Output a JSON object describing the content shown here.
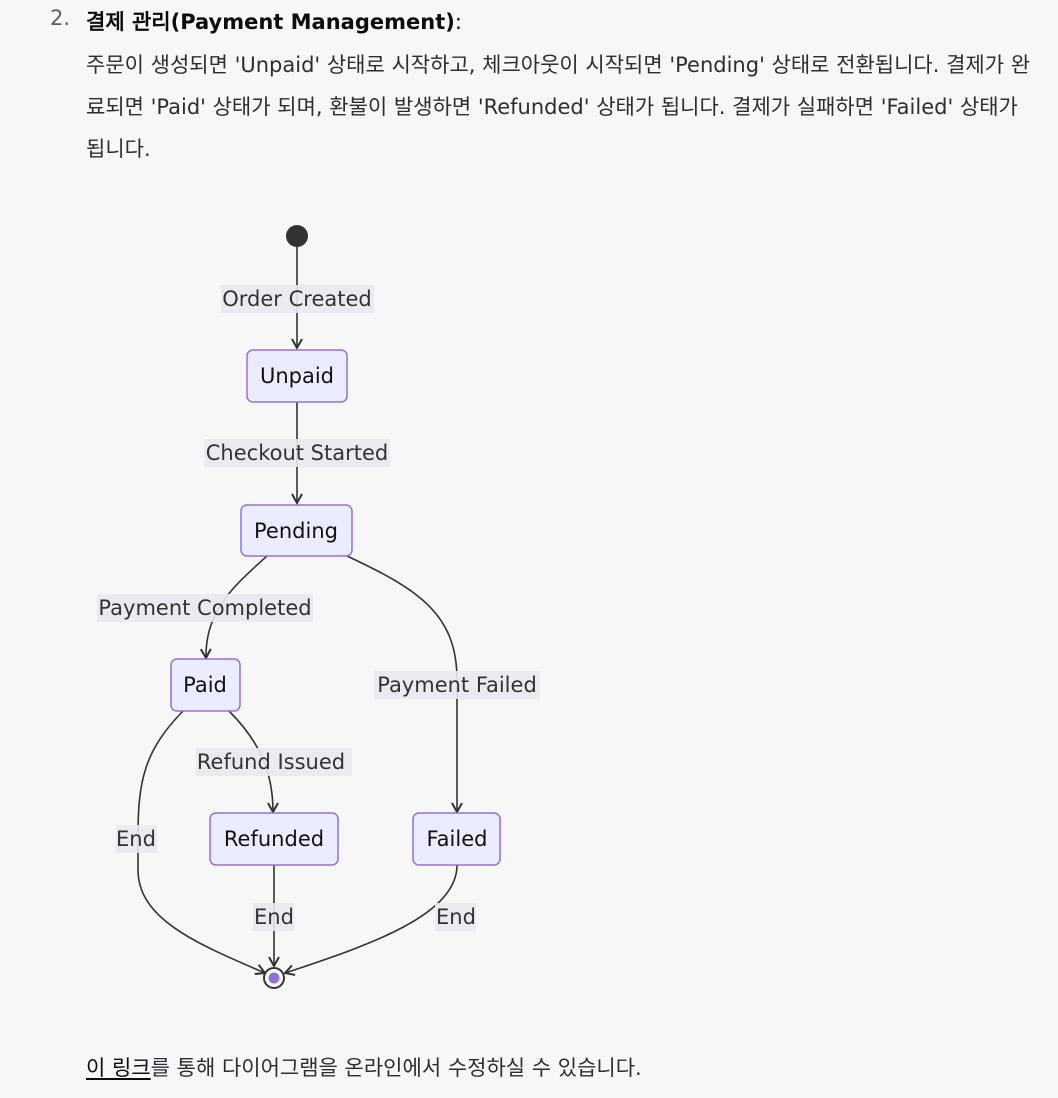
{
  "section": {
    "number": "2.",
    "title": "결제 관리(Payment Management)",
    "title_suffix": ":",
    "body": "주문이 생성되면 'Unpaid' 상태로 시작하고, 체크아웃이 시작되면 'Pending' 상태로 전환됩니다. 결제가 완료되면 'Paid' 상태가 되며, 환불이 발생하면 'Refunded' 상태가 됩니다. 결제가 실패하면 'Failed' 상태가 됩니다."
  },
  "diagram": {
    "states": {
      "unpaid": "Unpaid",
      "pending": "Pending",
      "paid": "Paid",
      "refunded": "Refunded",
      "failed": "Failed"
    },
    "transitions": {
      "order_created": "Order Created",
      "checkout_started": "Checkout Started",
      "payment_completed": "Payment Completed",
      "payment_failed": "Payment Failed",
      "refund_issued": "Refund Issued",
      "end_paid": "End",
      "end_refunded": "End",
      "end_failed": "End"
    },
    "colors": {
      "state_fill": "#ECECFF",
      "state_stroke": "#9370DB",
      "edge": "#333333",
      "start_node": "#333333",
      "end_node_inner": "#9370DB"
    }
  },
  "footer": {
    "link_text": "이 링크",
    "text": "를 통해 다이어그램을 온라인에서 수정하실 수 있습니다."
  }
}
